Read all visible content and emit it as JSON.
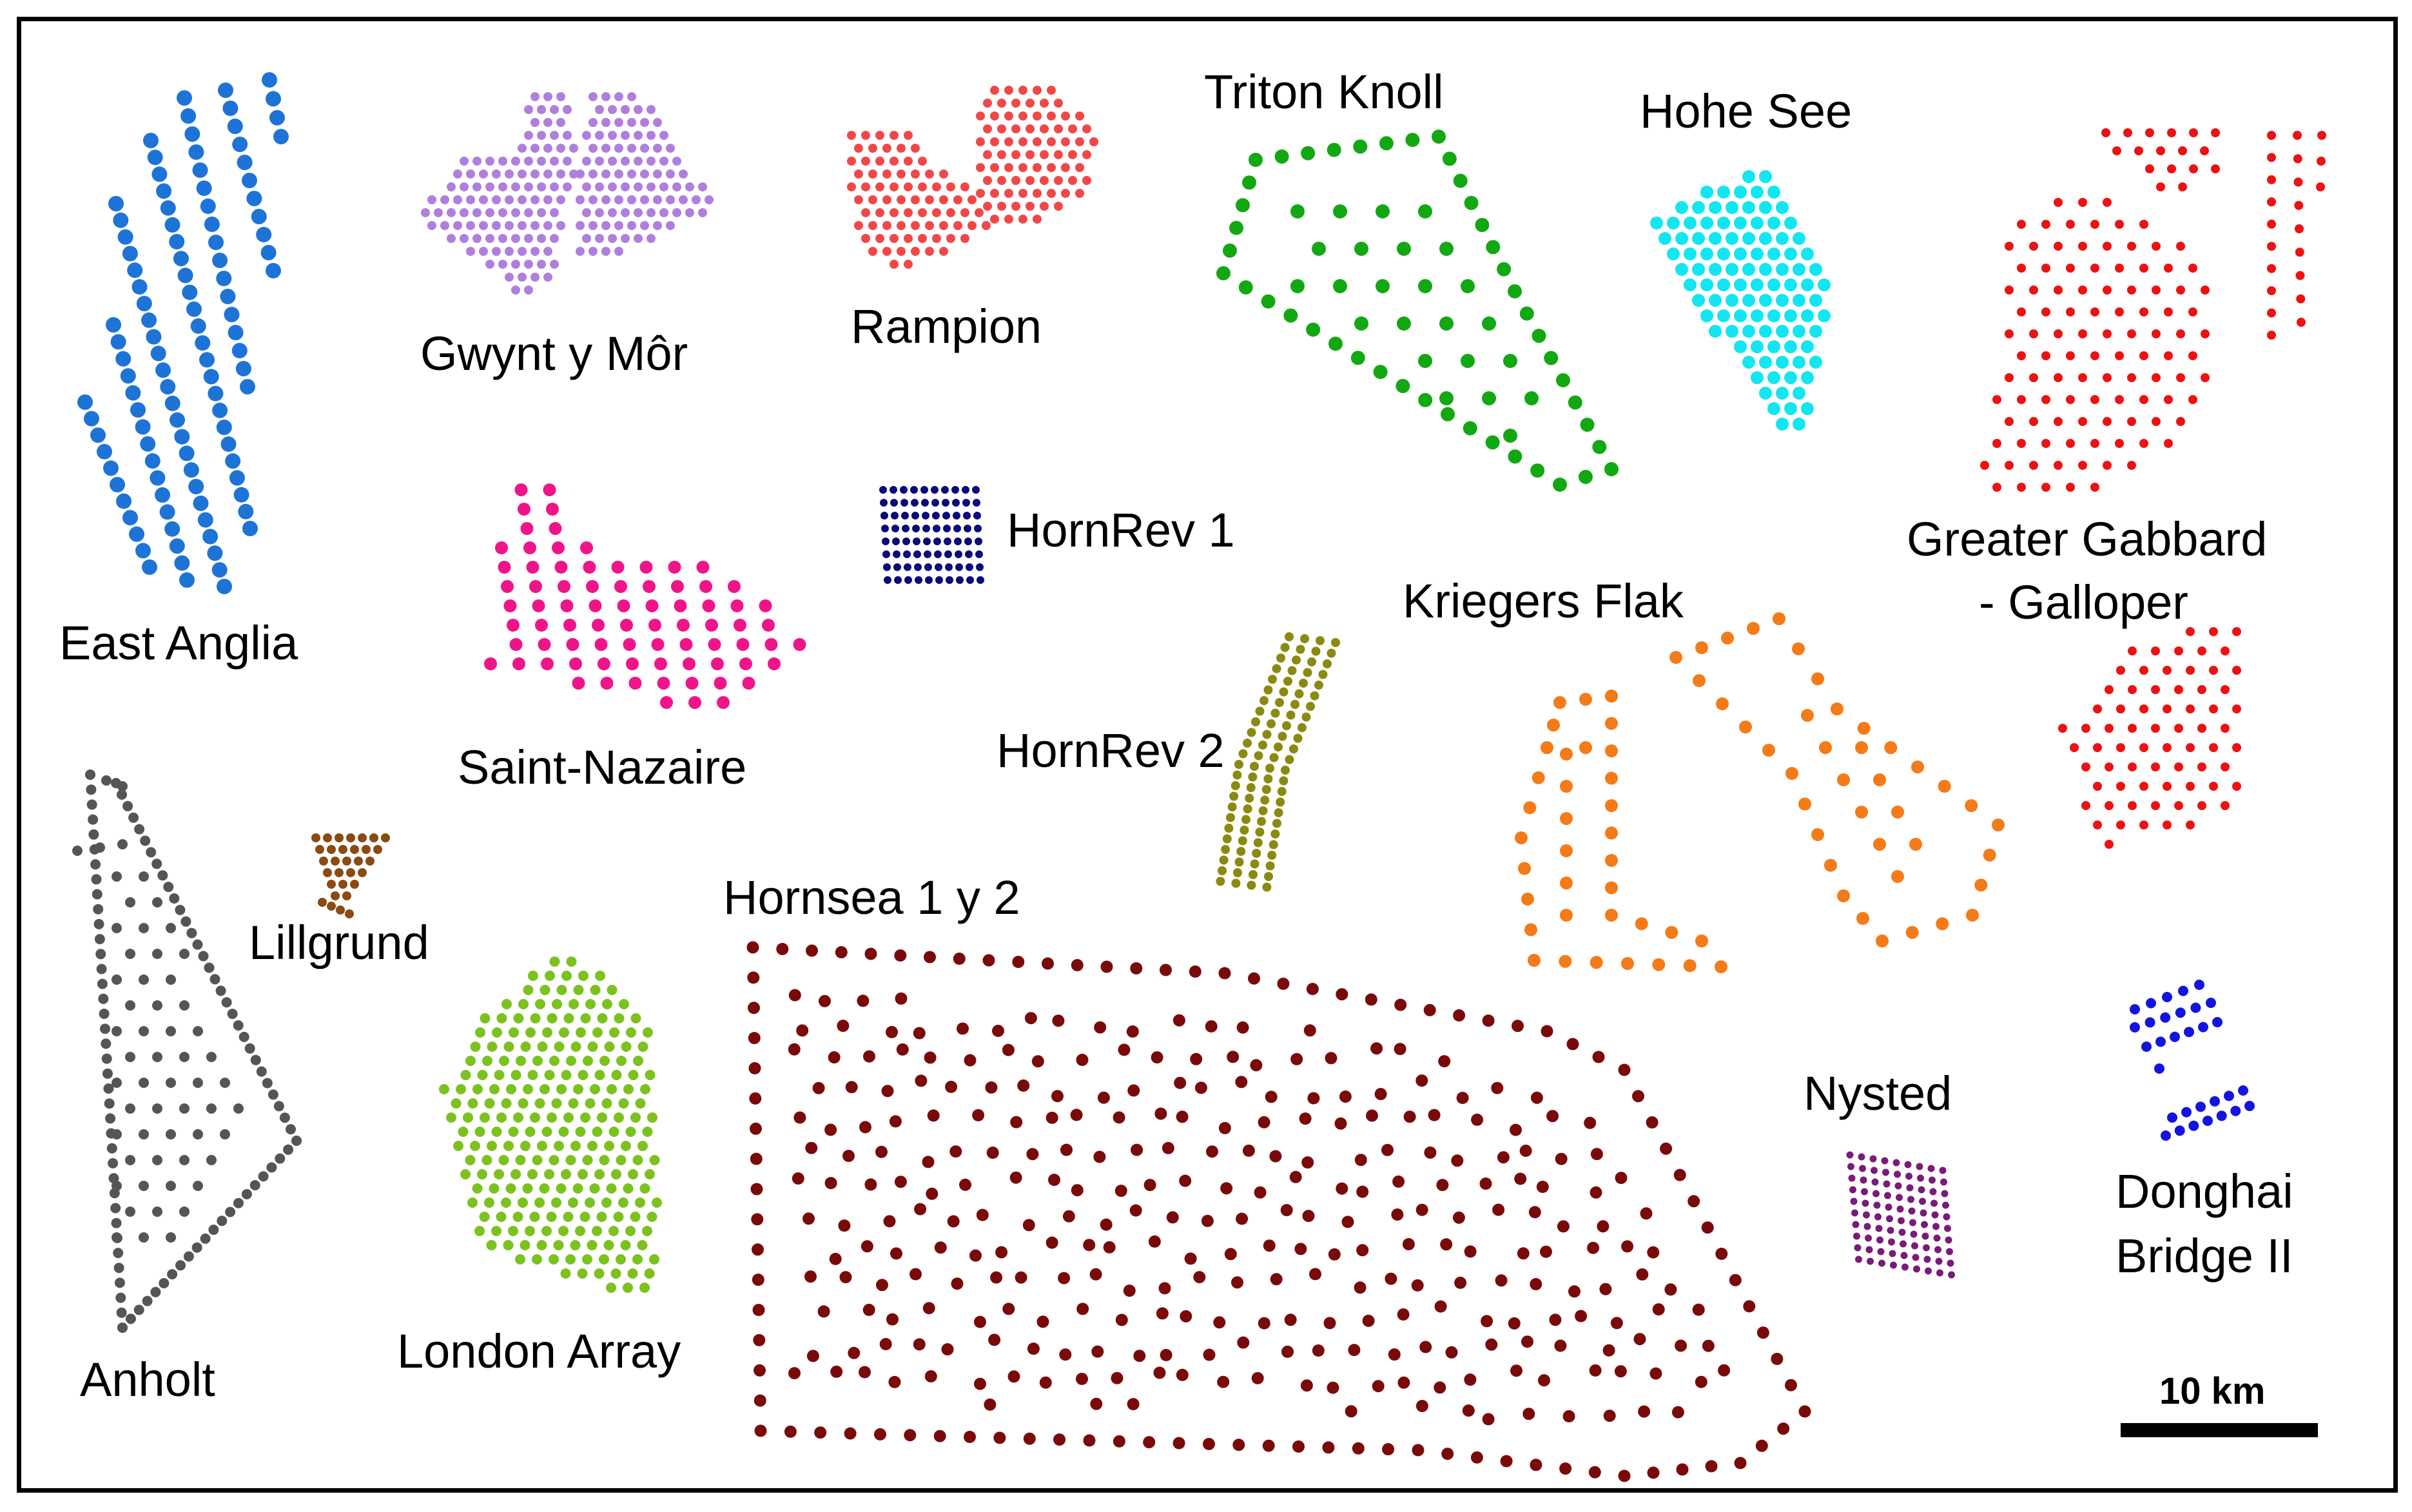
{
  "scale_bar": {
    "label": "10 km"
  },
  "farms": [
    {
      "key": "east-anglia",
      "name": "East Anglia",
      "color": "#1e73d6"
    },
    {
      "key": "gwynt-y-mor",
      "name": "Gwynt y Môr",
      "color": "#b07fdc"
    },
    {
      "key": "rampion",
      "name": "Rampion",
      "color": "#f04848"
    },
    {
      "key": "triton-knoll",
      "name": "Triton Knoll",
      "color": "#12a812"
    },
    {
      "key": "hohe-see",
      "name": "Hohe See",
      "color": "#12e6f0"
    },
    {
      "key": "greater-gabbard",
      "name": [
        "Greater Gabbard",
        "- Galloper"
      ],
      "color": "#ee1111"
    },
    {
      "key": "saint-nazaire",
      "name": "Saint-Nazaire",
      "color": "#f0148a"
    },
    {
      "key": "hornrev-1",
      "name": "HornRev 1",
      "color": "#0a0a7a"
    },
    {
      "key": "hornrev-2",
      "name": "HornRev 2",
      "color": "#8a8a10"
    },
    {
      "key": "kriegers-flak",
      "name": "Kriegers Flak",
      "color": "#f57a18"
    },
    {
      "key": "anholt",
      "name": "Anholt",
      "color": "#555555"
    },
    {
      "key": "lillgrund",
      "name": "Lillgrund",
      "color": "#8a4a12"
    },
    {
      "key": "london-array",
      "name": "London Array",
      "color": "#7cc21e"
    },
    {
      "key": "hornsea",
      "name": "Hornsea 1 y 2",
      "color": "#7a0a0a"
    },
    {
      "key": "nysted",
      "name": "Nysted",
      "color": "#7a1a7a"
    },
    {
      "key": "donghai",
      "name": [
        "Donghai",
        "Bridge II"
      ],
      "color": "#1414e0"
    }
  ]
}
